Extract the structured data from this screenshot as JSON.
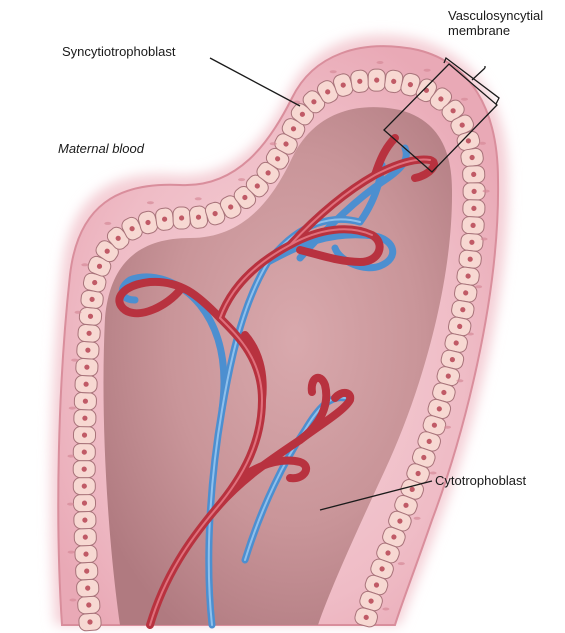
{
  "diagram": {
    "labels": {
      "vasculosyncytial_line1": "Vasculosyncytial",
      "vasculosyncytial_line2": "membrane",
      "syncytiotrophoblast": "Syncytiotrophoblast",
      "maternal_blood": "Maternal blood",
      "cytotrophoblast": "Cytotrophoblast"
    },
    "colors": {
      "background": "#ffffff",
      "villus_outer": "#f1c4cc",
      "villus_rim": "#e3a2ae",
      "core_stroma": "#c48c92",
      "cell_fill": "#f7d8d2",
      "cell_stroke": "#a8737a",
      "nucleus": "#c05a66",
      "artery_red": "#b8323f",
      "vein_blue": "#4c8fd0",
      "leader_line": "#1a1a1a"
    }
  }
}
